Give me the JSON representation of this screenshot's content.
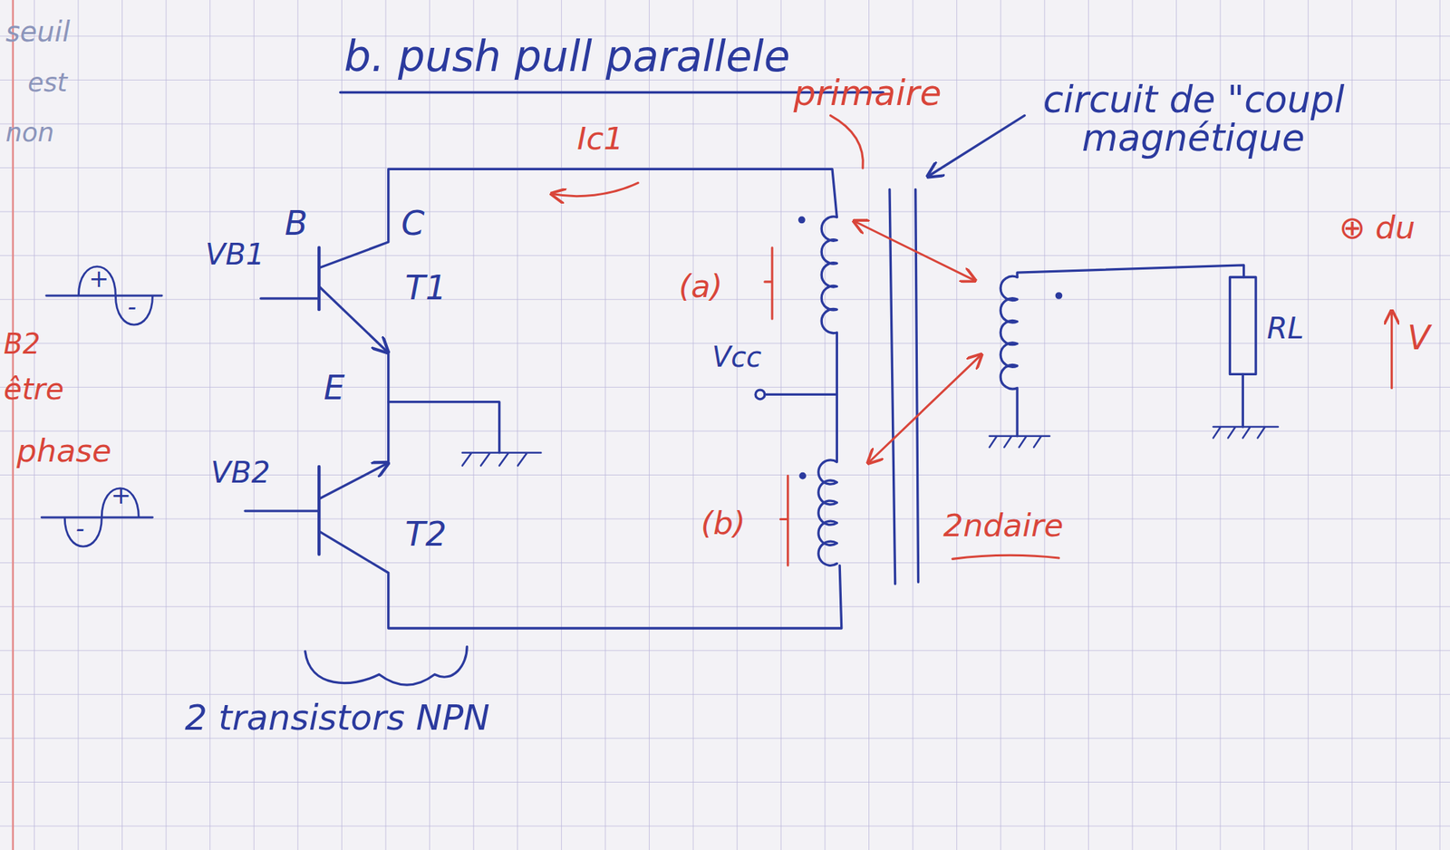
{
  "diagram": {
    "title": "b. push pull parallele",
    "labels": [
      "seuil",
      "est",
      "non",
      "primaire",
      "circuit de \"coupl",
      "magnétique",
      "Ic1",
      "⊕ du",
      "B",
      "C",
      "VB1",
      "+",
      "-",
      "T1",
      "RL",
      "V",
      "(a)",
      "B2",
      "Vcc",
      "E",
      "être",
      "phase",
      "VB2",
      "-",
      "+",
      "T2",
      "(b)",
      "2ndaire",
      "2 transistors NPN"
    ]
  }
}
